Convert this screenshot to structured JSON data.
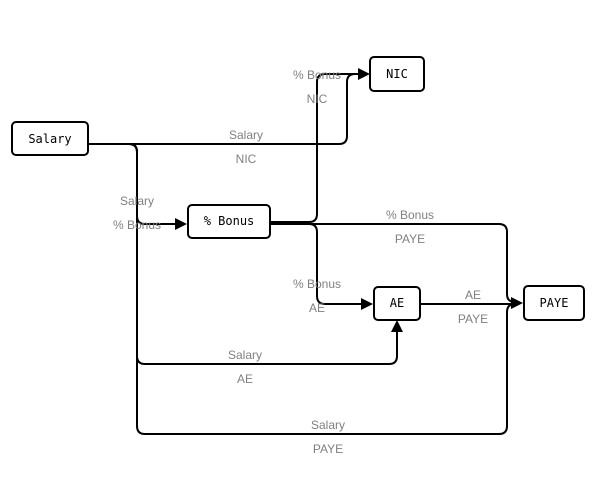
{
  "diagram": {
    "colors": {
      "line": "#000000",
      "node_fill": "#ffffff",
      "label": "#808080"
    },
    "nodes": {
      "salary": "Salary",
      "bonus": "% Bonus",
      "nic": "NIC",
      "ae": "AE",
      "paye": "PAYE"
    },
    "edges": [
      {
        "from": "Salary",
        "to": "NIC",
        "source_label": "Salary",
        "target_label": "NIC"
      },
      {
        "from": "% Bonus",
        "to": "NIC",
        "source_label": "% Bonus",
        "target_label": "NIC"
      },
      {
        "from": "Salary",
        "to": "% Bonus",
        "source_label": "Salary",
        "target_label": "% Bonus"
      },
      {
        "from": "% Bonus",
        "to": "PAYE",
        "source_label": "% Bonus",
        "target_label": "PAYE"
      },
      {
        "from": "% Bonus",
        "to": "AE",
        "source_label": "% Bonus",
        "target_label": "AE"
      },
      {
        "from": "AE",
        "to": "PAYE",
        "source_label": "AE",
        "target_label": "PAYE"
      },
      {
        "from": "Salary",
        "to": "AE",
        "source_label": "Salary",
        "target_label": "AE"
      },
      {
        "from": "Salary",
        "to": "PAYE",
        "source_label": "Salary",
        "target_label": "PAYE"
      }
    ]
  }
}
